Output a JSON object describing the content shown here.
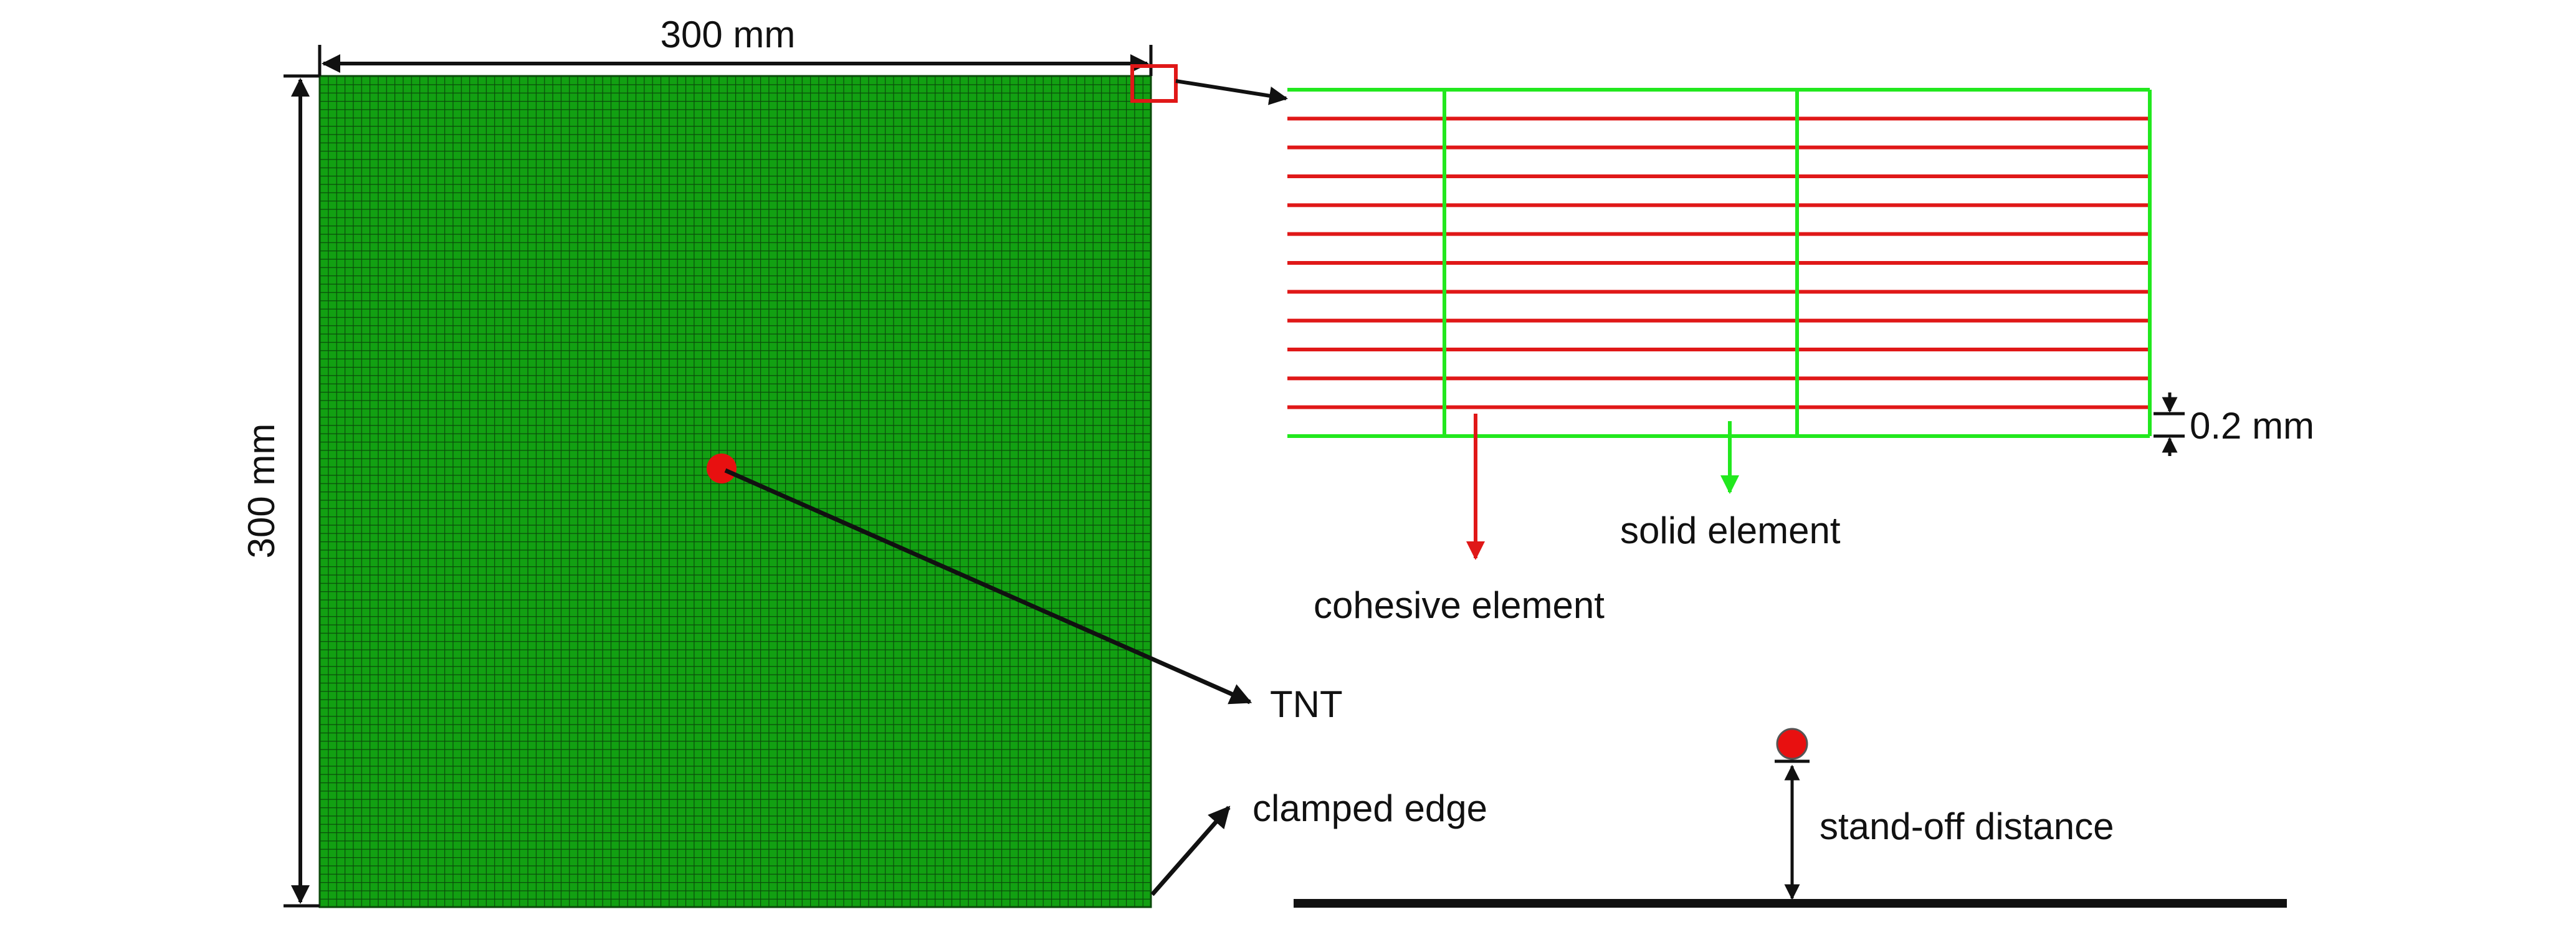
{
  "labels": {
    "width_dim": "300 mm",
    "height_dim": "300 mm",
    "tnt": "TNT",
    "clamped_edge": "clamped edge",
    "thickness_dim": "0.2 mm",
    "solid_element": "solid element",
    "cohesive_element": "cohesive element",
    "standoff_distance": "stand-off distance"
  },
  "mesh": {
    "divisions": 100
  },
  "detail": {
    "cohesive_layers": 11
  },
  "colors": {
    "mesh_fill": "#12a012",
    "mesh_lines": "#0a4a0a",
    "solid_element": "#22e81e",
    "cohesive_element": "#e01818",
    "charge": "#e81010",
    "highlight_box": "#e01818",
    "arrows": "#111111"
  }
}
